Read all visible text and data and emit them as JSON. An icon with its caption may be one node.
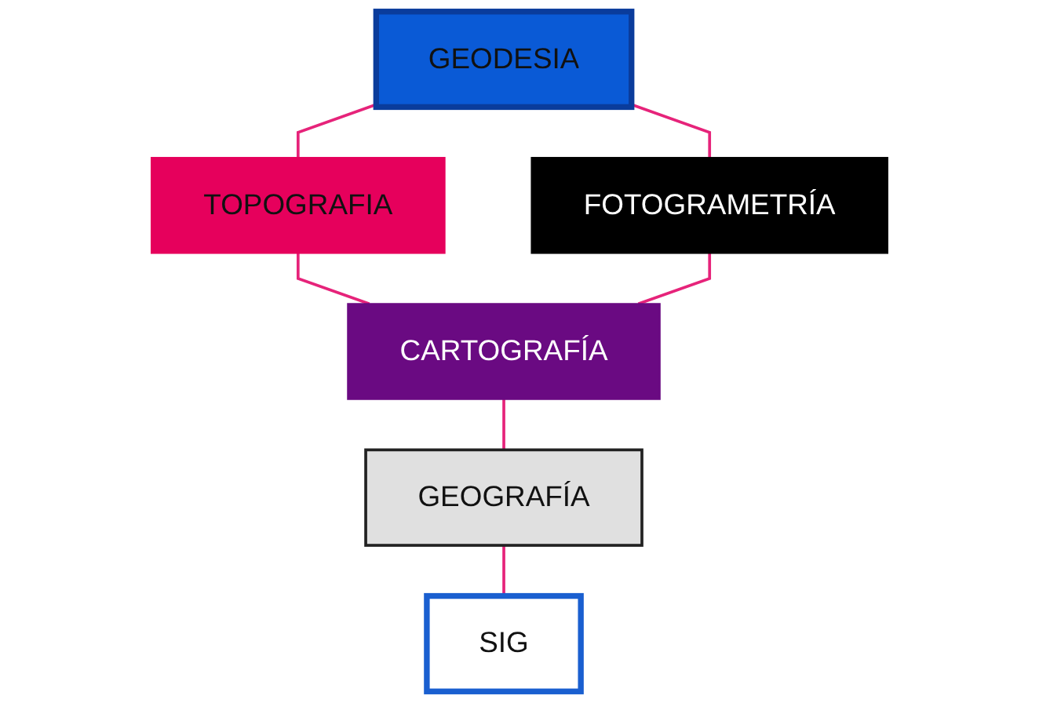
{
  "diagram": {
    "nodes": [
      {
        "text": [
          "GEODESIA"
        ]
      },
      {
        "text": [
          "TOPOGRAFIA"
        ]
      },
      {
        "text": [
          "FOTOGRAMETRÍA"
        ]
      },
      {
        "text": [
          "CARTOGRAFÍA"
        ]
      },
      {
        "text": [
          "GEOGRAFÍA"
        ]
      },
      {
        "text": [
          "SIG"
        ]
      }
    ],
    "edges": [
      {
        "from": 0,
        "to": 1,
        "arrow": "none"
      },
      {
        "from": 0,
        "to": 2,
        "arrow": "none"
      },
      {
        "from": 1,
        "to": 3,
        "arrow": "none"
      },
      {
        "from": 2,
        "to": 3,
        "arrow": "none"
      },
      {
        "from": 3,
        "to": 4,
        "arrow": "none"
      },
      {
        "from": 4,
        "to": 5,
        "arrow": "none"
      }
    ]
  }
}
